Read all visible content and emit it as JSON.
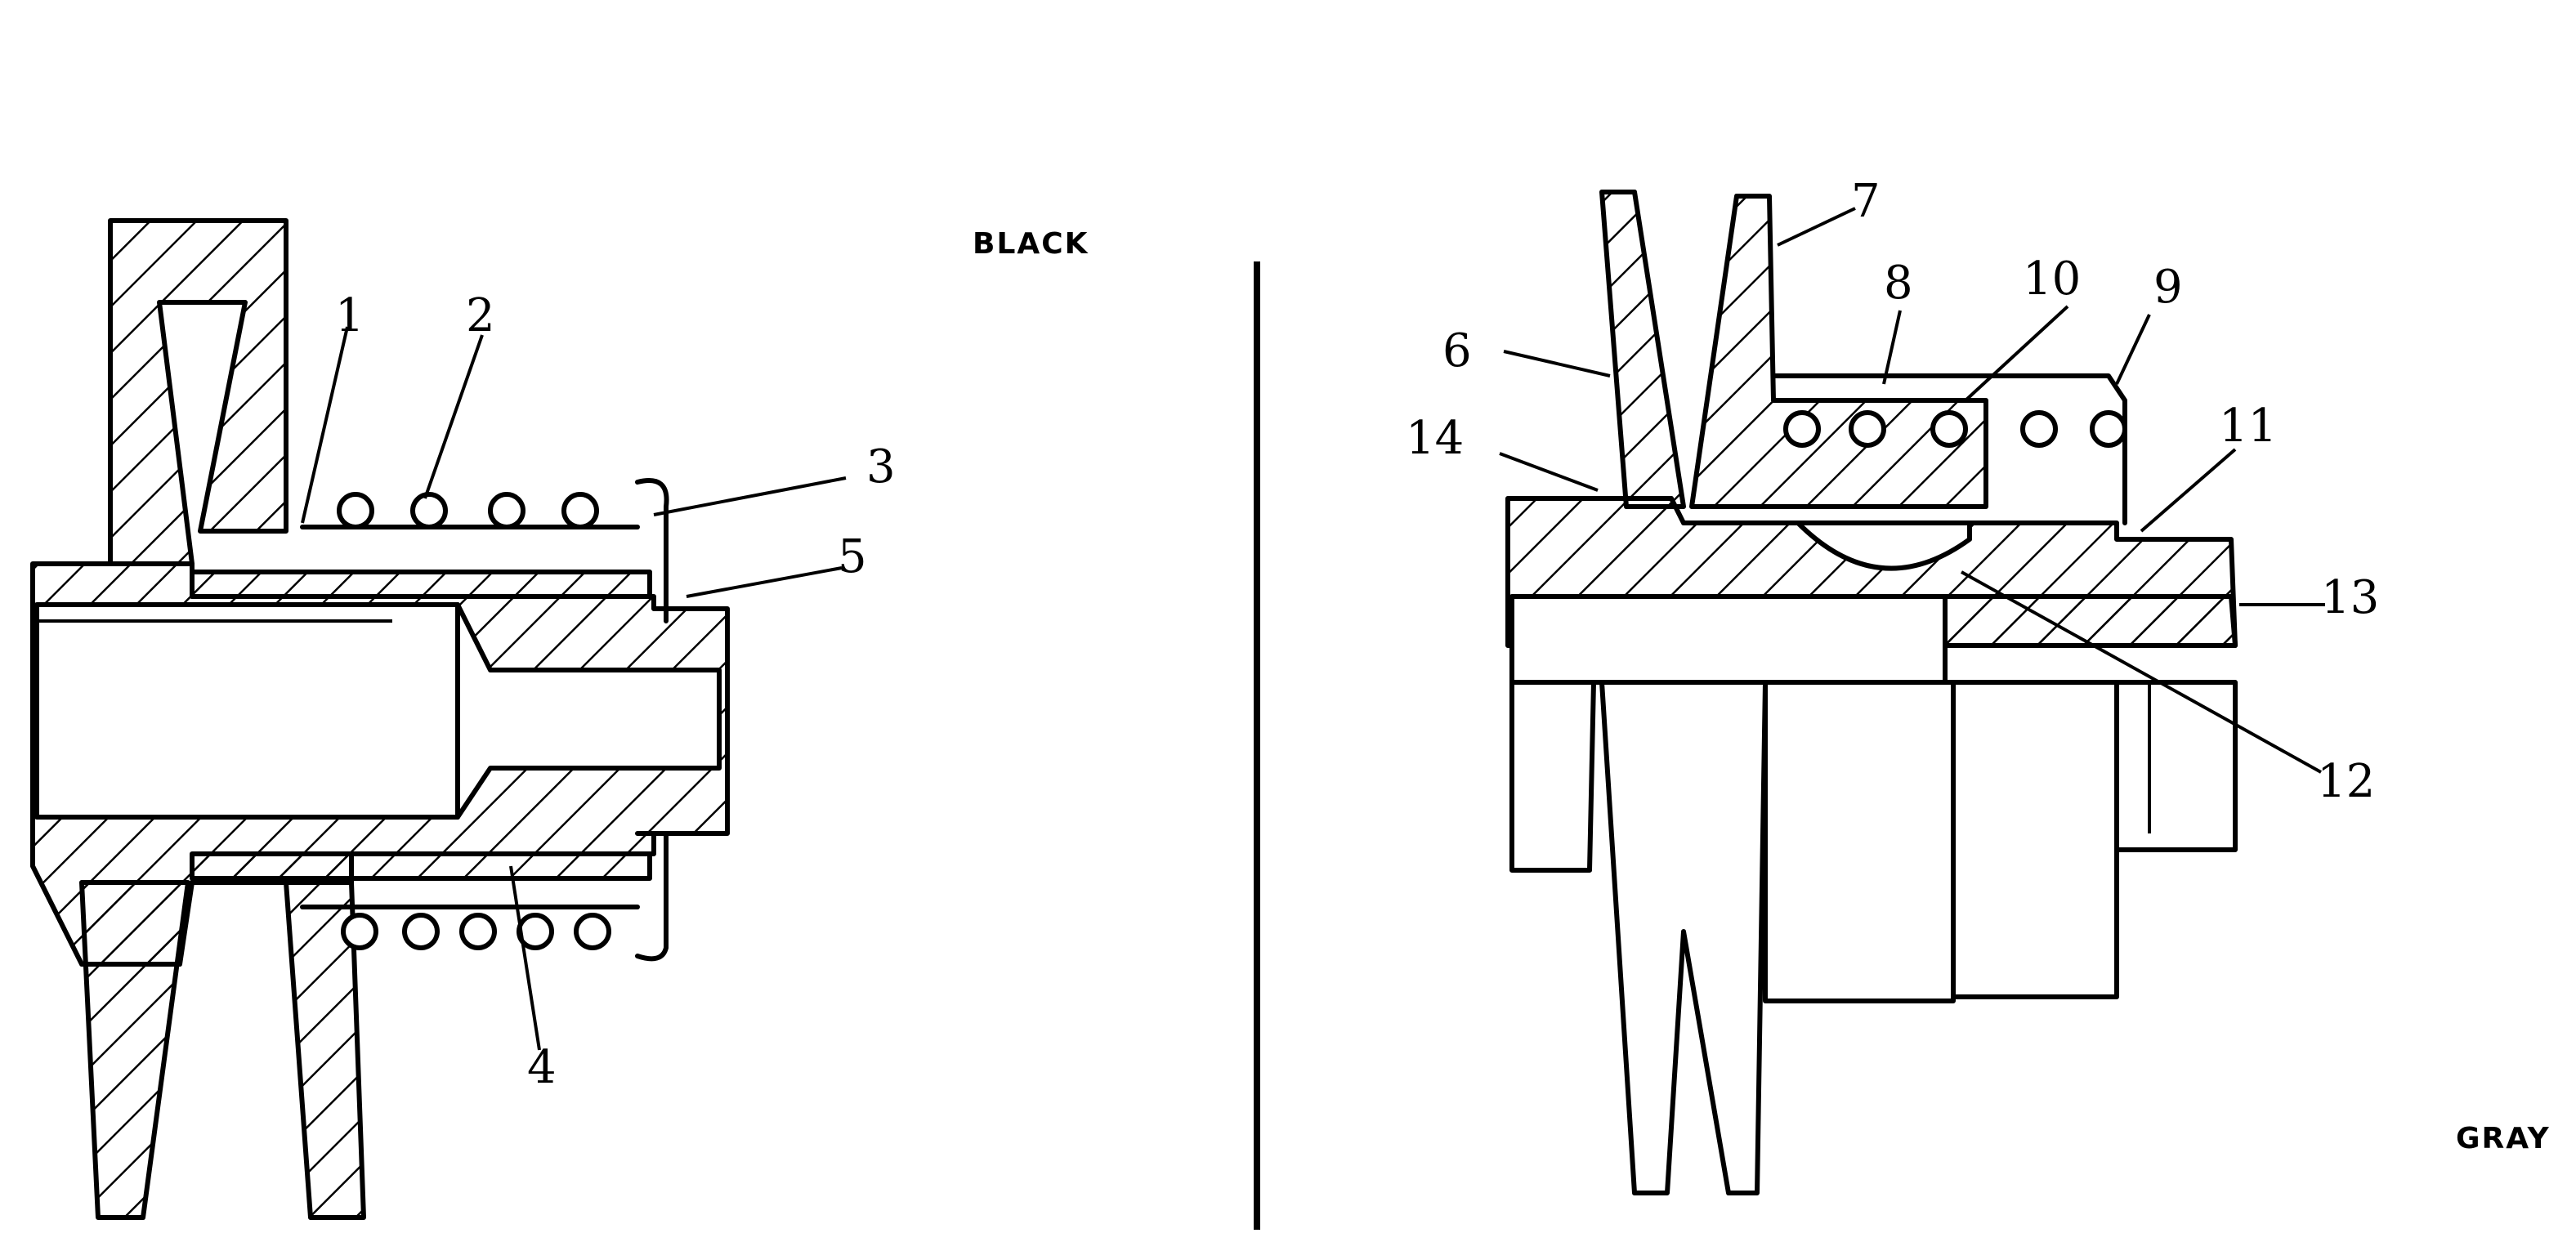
{
  "left_assembly": {
    "tag": "BLACK",
    "callouts": [
      "1",
      "2",
      "3",
      "5",
      "4"
    ]
  },
  "right_assembly": {
    "tag": "GRAY",
    "callouts": [
      "7",
      "8",
      "10",
      "9",
      "6",
      "14",
      "11",
      "13",
      "12"
    ]
  }
}
